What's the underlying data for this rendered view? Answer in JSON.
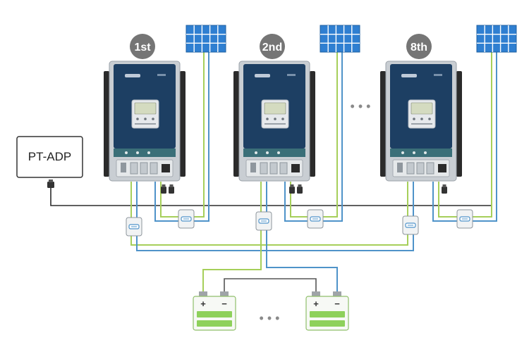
{
  "adapter": {
    "label": "PT-ADP"
  },
  "controllers": [
    {
      "order_label": "1st"
    },
    {
      "order_label": "2nd"
    },
    {
      "order_label": "8th"
    }
  ],
  "ellipsis": "• • •",
  "battery": {
    "plus": "+",
    "minus": "−"
  },
  "colors": {
    "wire_green": "#a6cf5a",
    "wire_blue": "#4f93c9",
    "wire_black": "#2b2b2b",
    "panel_blue": "#2f7fd1",
    "controller_navy": "#1d3f63",
    "controller_silver": "#c9ced3",
    "battery_green": "#8ed15b",
    "badge_gray": "#757575"
  }
}
